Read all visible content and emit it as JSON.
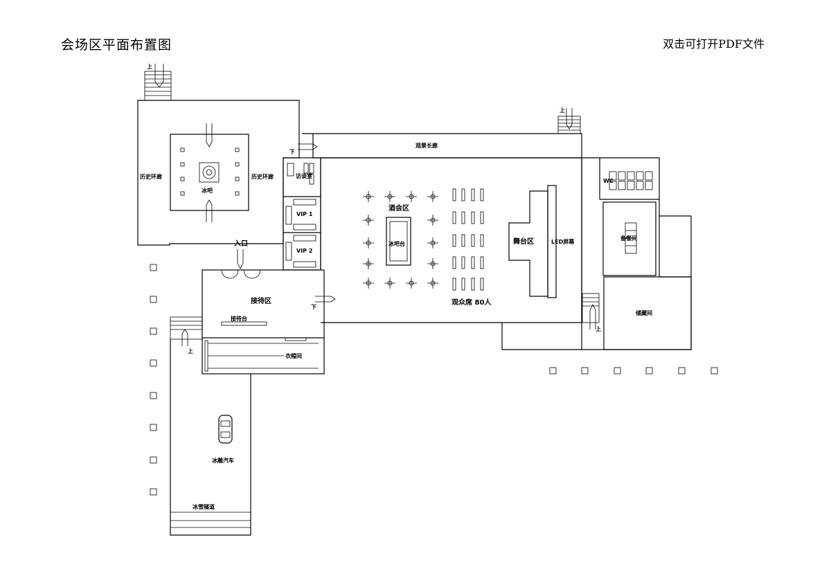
{
  "header": {
    "title": "会场区平面布置图",
    "pdf_hint": "双击可打开PDF文件"
  },
  "areas": {
    "gallery_left": "历史环廊",
    "gallery_right": "历史环廊",
    "ice_bar": "冰吧",
    "view_corridor": "观景长廊",
    "visit_room": "访谈室",
    "vip1": "VIP 1",
    "vip2": "VIP 2",
    "cocktail_area": "酒会区",
    "ice_bar_counter": "冰吧台",
    "audience": "观众席 80人",
    "stage": "舞台区",
    "led_screen": "LED屏幕",
    "wc": "WC",
    "backstage": "备餐间",
    "storage": "储藏间",
    "entrance": "入口",
    "reception": "接待区",
    "reception_desk": "接待台",
    "cloakroom": "衣帽间",
    "ice_car": "冰雕汽车",
    "ice_tunnel": "冰雪隧道"
  },
  "markers": {
    "up": "上",
    "down": "下"
  }
}
